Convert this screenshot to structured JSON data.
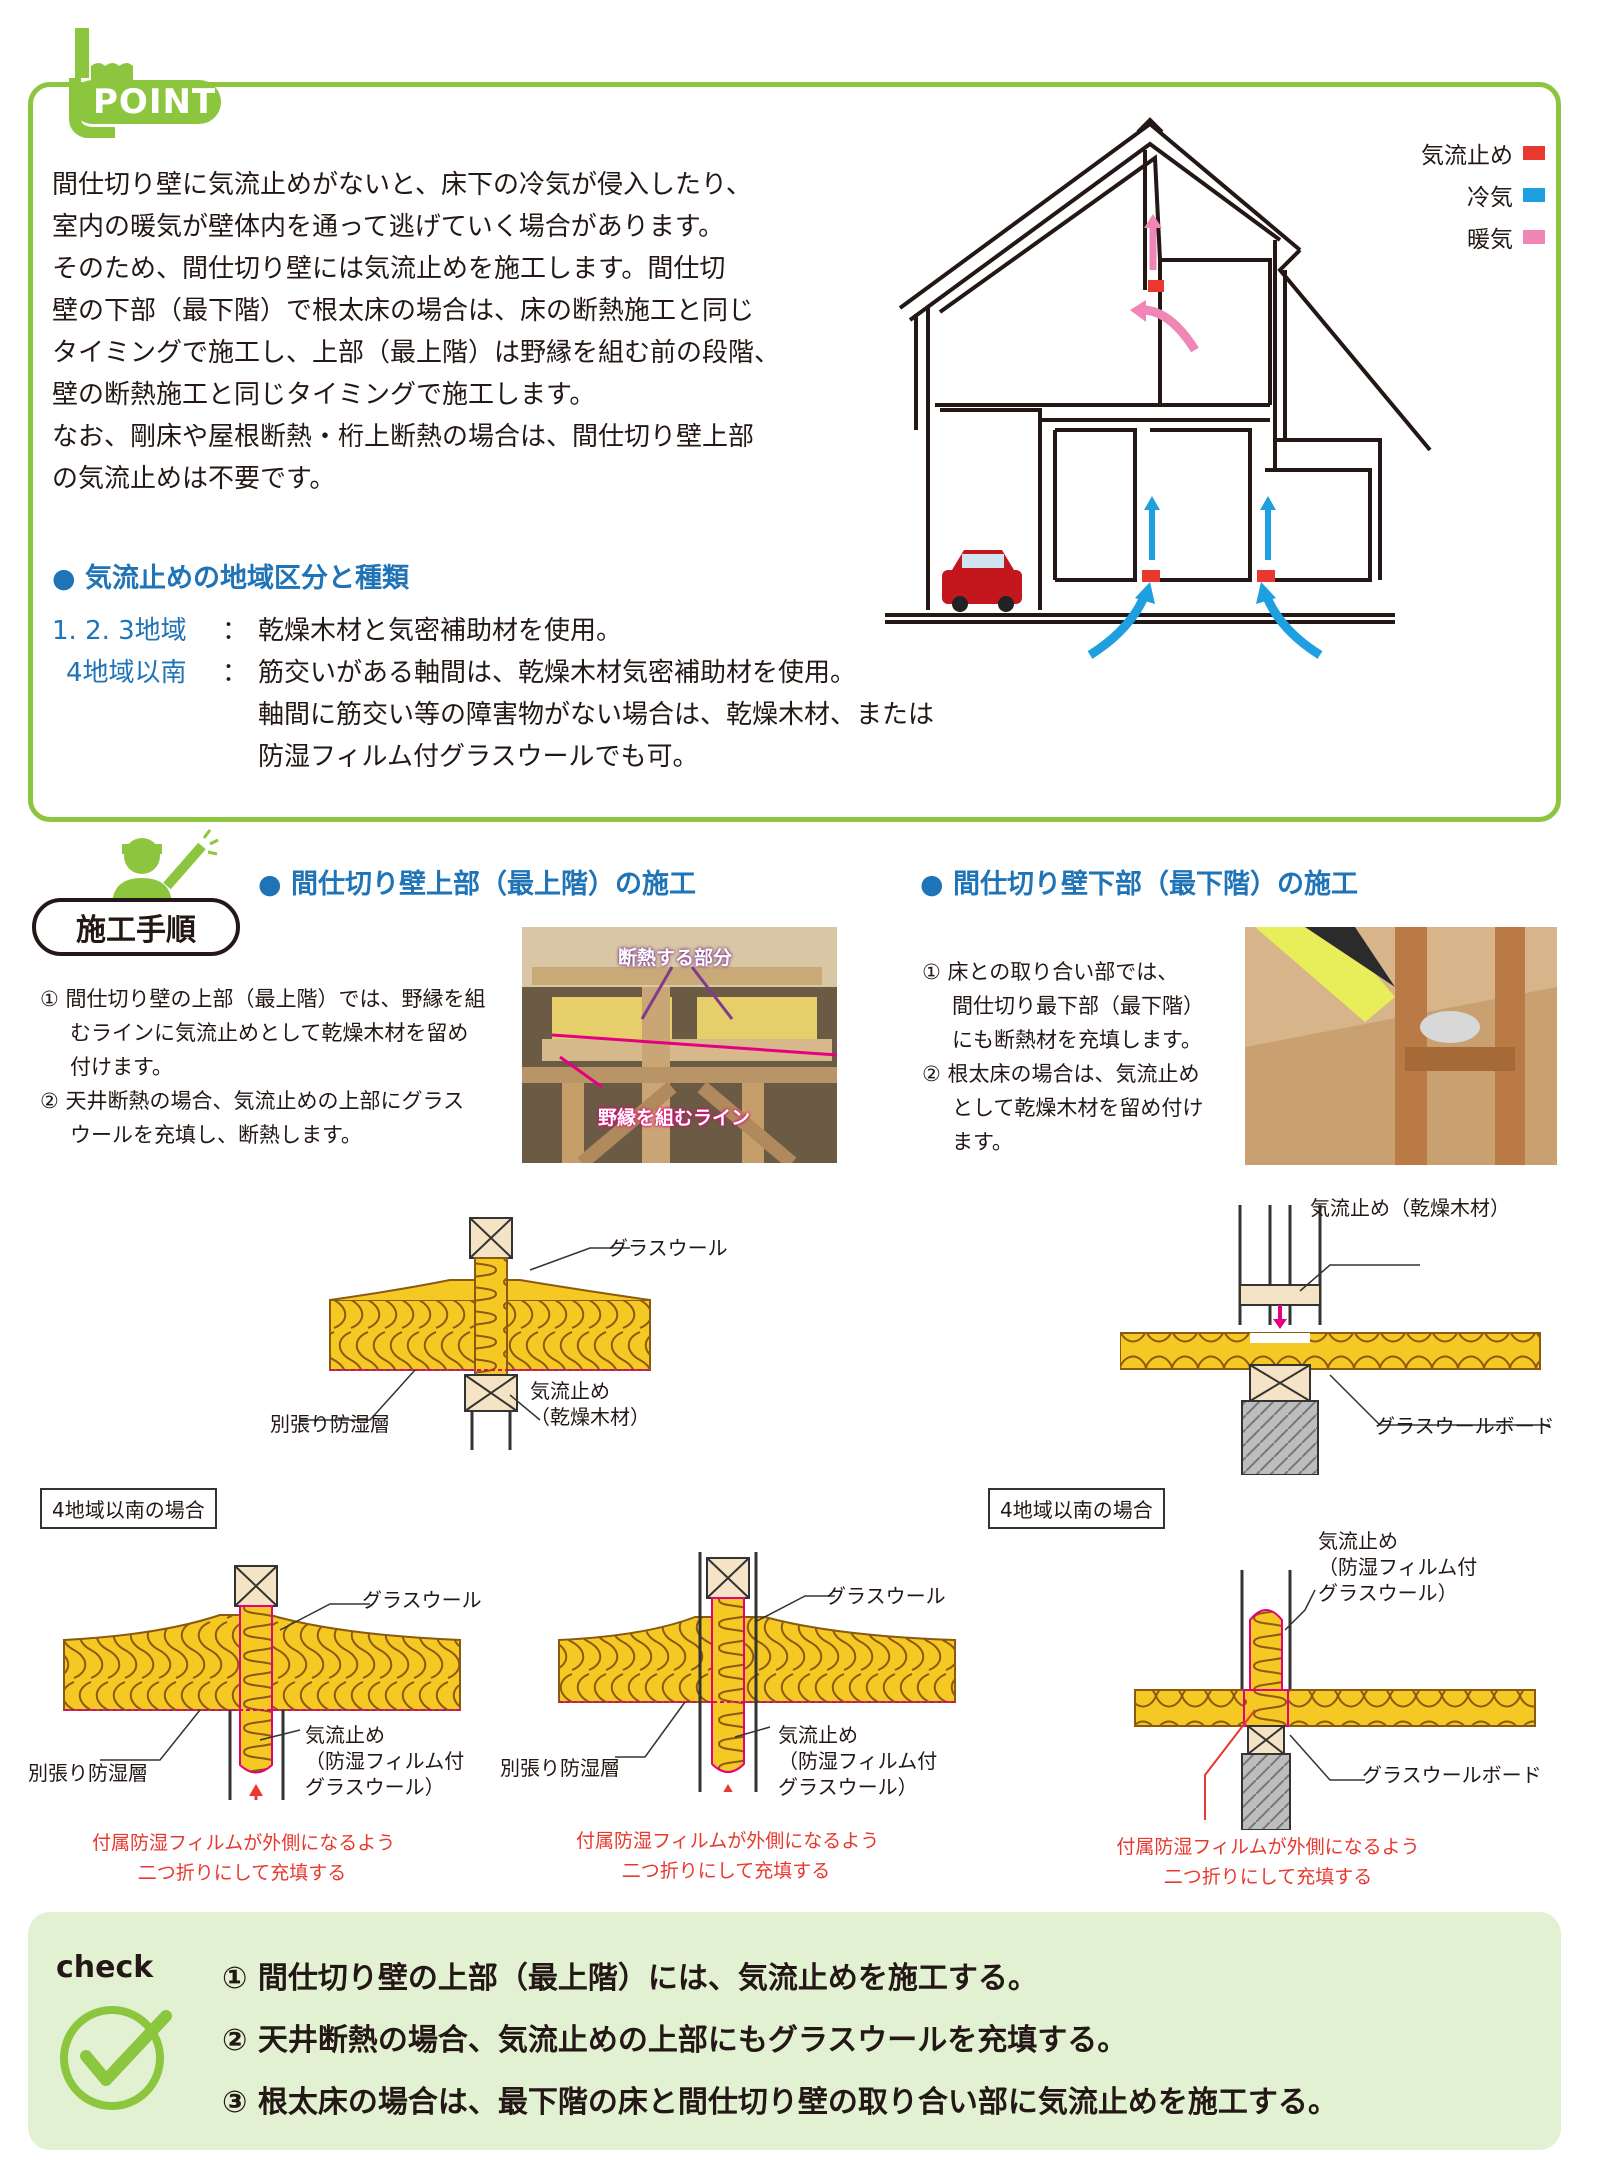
{
  "point": {
    "logo_text": "POINT",
    "paragraph": [
      "間仕切り壁に気流止めがないと、床下の冷気が侵入したり、",
      "室内の暖気が壁体内を通って逃げていく場合があります。",
      "そのため、間仕切り壁には気流止めを施工します。間仕切",
      "壁の下部（最下階）で根太床の場合は、床の断熱施工と同じ",
      "タイミングで施工し、上部（最上階）は野縁を組む前の段階、",
      "壁の断熱施工と同じタイミングで施工します。",
      "なお、剛床や屋根断熱・桁上断熱の場合は、間仕切り壁上部",
      "の気流止めは不要です。"
    ],
    "region_heading": "● 気流止めの地域区分と種類",
    "regions": [
      {
        "label": "1. 2. 3地域",
        "sep": "：",
        "lines": [
          "乾燥木材と気密補助材を使用。"
        ]
      },
      {
        "label": "4地域以南",
        "sep": "：",
        "lines": [
          "筋交いがある軸間は、乾燥木材気密補助材を使用。",
          "軸間に筋交い等の障害物がない場合は、乾燥木材、または",
          "防湿フィルム付グラスウールでも可。"
        ]
      }
    ],
    "legend": [
      {
        "label": "気流止め",
        "color": "#e8382f"
      },
      {
        "label": "冷気",
        "color": "#1ea0e0"
      },
      {
        "label": "暖気",
        "color": "#ef86b6"
      }
    ]
  },
  "procedure": {
    "title": "施工手順",
    "upper_heading": "● 間仕切り壁上部（最上階）の施工",
    "lower_heading": "● 間仕切り壁下部（最下階）の施工",
    "upper_steps": [
      [
        "① 間仕切り壁の上部（最上階）では、野縁を組",
        "むラインに気流止めとして乾燥木材を留め",
        "付けます。"
      ],
      [
        "② 天井断熱の場合、気流止めの上部にグラス",
        "ウールを充填し、断熱します。"
      ]
    ],
    "lower_steps": [
      [
        "① 床との取り合い部では、",
        "間仕切り最下部（最下階）",
        "にも断熱材を充填します。"
      ],
      [
        "② 根太床の場合は、気流止め",
        "として乾燥木材を留め付け",
        "ます。"
      ]
    ],
    "photo1_label_top": "断熱する部分",
    "photo1_label_bottom": "野縁を組むライン"
  },
  "diagrams": {
    "glasswool": "グラスウール",
    "vapor_layer": "別張り防湿層",
    "stop_dry": [
      "気流止め",
      "（乾燥木材）"
    ],
    "stop_dry_inline": "気流止め（乾燥木材）",
    "gw_board": "グラスウールボード",
    "region4": "4地域以南の場合",
    "stop_film": [
      "気流止め",
      "（防湿フィルム付",
      "グラスウール）"
    ],
    "film_note": [
      "付属防湿フィルムが外側になるよう",
      "二つ折りにして充填する"
    ]
  },
  "check": {
    "label": "check",
    "items": [
      "① 間仕切り壁の上部（最上階）には、気流止めを施工する。",
      "② 天井断熱の場合、気流止めの上部にもグラスウールを充填する。",
      "③ 根太床の場合は、最下階の床と間仕切り壁の取り合い部に気流止めを施工する。"
    ]
  },
  "colors": {
    "green": "#8cc63f",
    "check_bg": "#e3f1d3",
    "blue": "#1f73b7",
    "red": "#e8382f",
    "insulation": "#f5c518"
  }
}
